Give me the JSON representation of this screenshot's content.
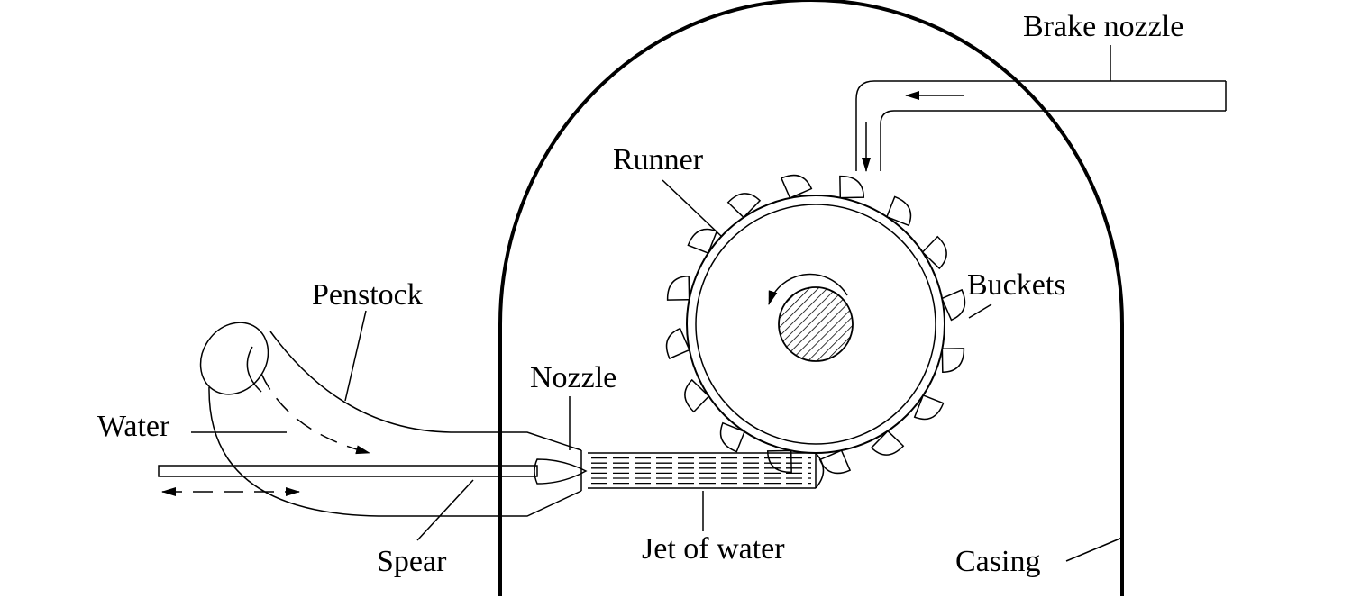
{
  "diagram": {
    "labels": {
      "brake_nozzle": "Brake nozzle",
      "runner": "Runner",
      "buckets": "Buckets",
      "penstock": "Penstock",
      "nozzle": "Nozzle",
      "water": "Water",
      "spear": "Spear",
      "jet_of_water": "Jet of water",
      "casing": "Casing"
    },
    "runner_bucket_count": 16
  }
}
